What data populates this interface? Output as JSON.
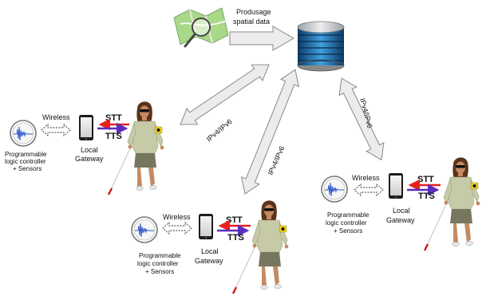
{
  "server": {
    "data_label_line1": "Produsage",
    "data_label_line2": "spatial data",
    "icons": {
      "map": "map-icon",
      "database": "database-icon"
    }
  },
  "links": {
    "left": "IPv4/IPv6",
    "middle": "IPv4/IPv6",
    "right": "IPv4/IPv6"
  },
  "nodes": [
    {
      "wireless": "Wireless",
      "stt": "STT",
      "tts": "TTS",
      "gateway_line1": "Local",
      "gateway_line2": "Gateway",
      "plc_line1": "Programmable",
      "plc_line2": "logic controller",
      "plc_line3": "+ Sensors"
    },
    {
      "wireless": "Wireless",
      "stt": "STT",
      "tts": "TTS",
      "gateway_line1": "Local",
      "gateway_line2": "Gateway",
      "plc_line1": "Programmable",
      "plc_line2": "logic controller",
      "plc_line3": "+ Sensors"
    },
    {
      "wireless": "Wireless",
      "stt": "STT",
      "tts": "TTS",
      "gateway_line1": "Local",
      "gateway_line2": "Gateway",
      "plc_line1": "Programmable",
      "plc_line2": "logic controller",
      "plc_line3": "+ Sensors"
    }
  ],
  "colors": {
    "stt_arrow": "#e8201e",
    "tts_arrow": "#5a2dbe",
    "link_arrow_fill": "#ececec",
    "link_arrow_stroke": "#888888"
  }
}
